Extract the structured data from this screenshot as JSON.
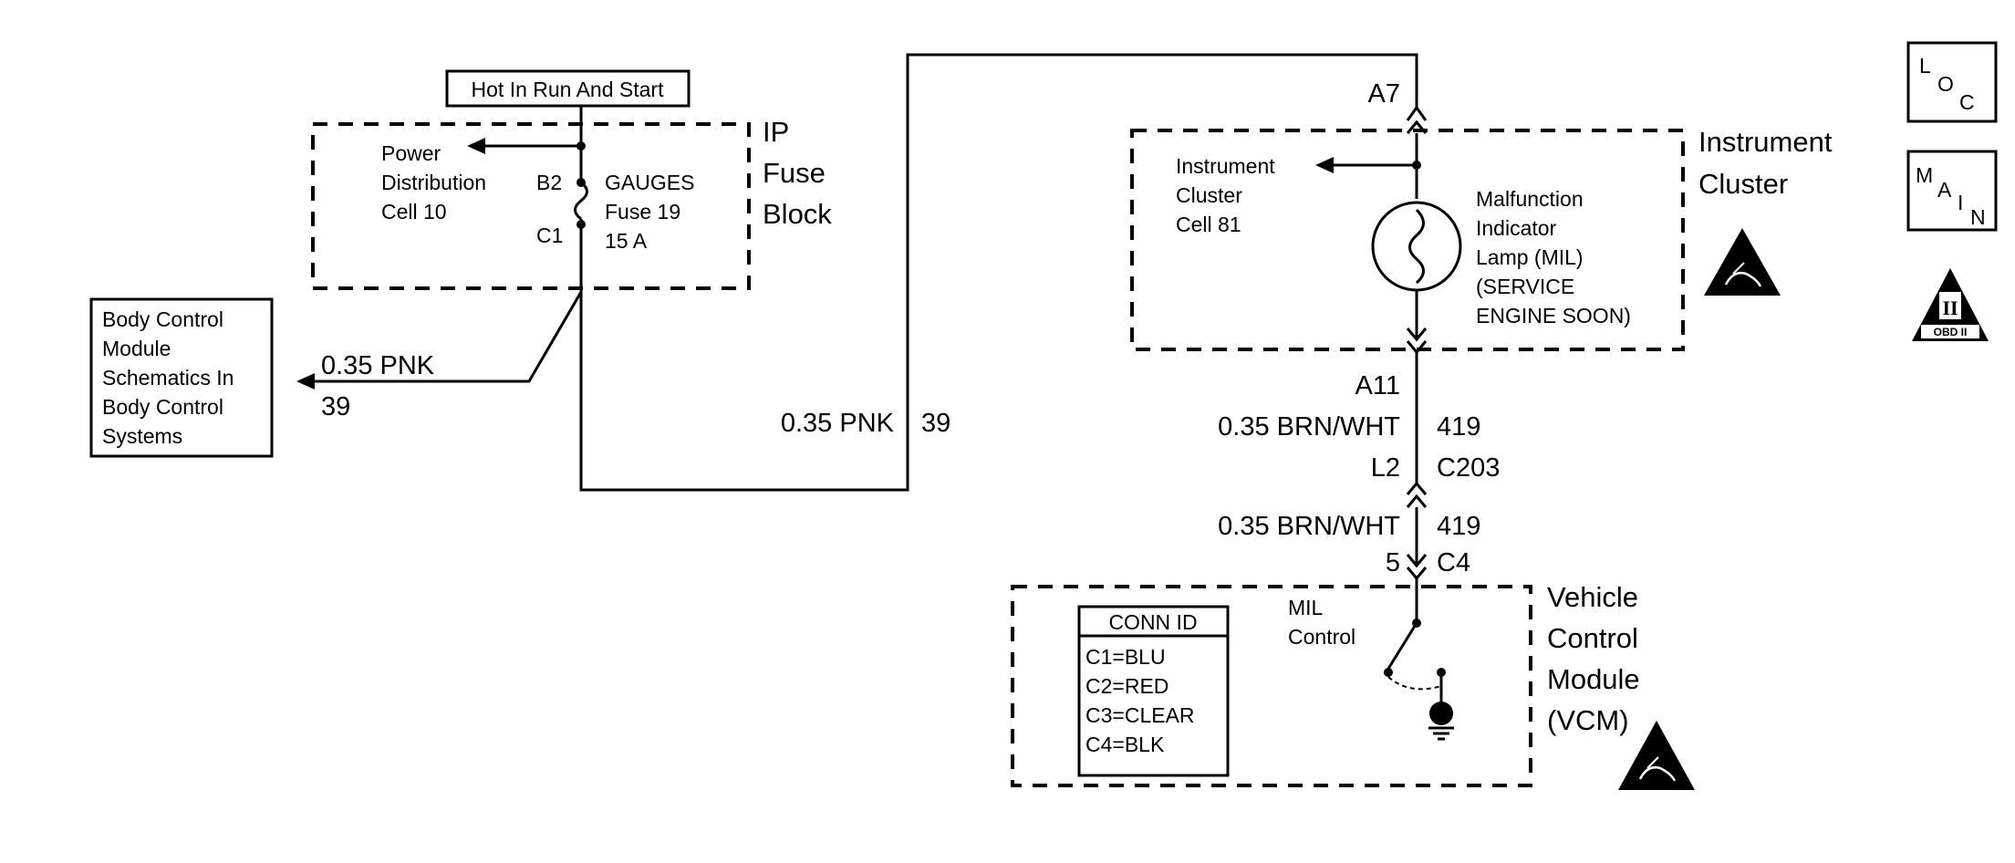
{
  "hot_label": "Hot In Run And Start",
  "fuse_block": {
    "title_lines": [
      "IP",
      "Fuse",
      "Block"
    ],
    "power_lines": [
      "Power",
      "Distribution",
      "Cell 10"
    ],
    "fuse_lines": [
      "GAUGES",
      "Fuse 19",
      "15 A"
    ],
    "pin_top": "B2",
    "pin_bottom": "C1"
  },
  "bcm": {
    "lines": [
      "Body Control",
      "Module",
      "Schematics In",
      "Body Control",
      "Systems"
    ],
    "wire_label": "0.35 PNK",
    "wire_circuit": "39"
  },
  "long_wire": {
    "label": "0.35 PNK",
    "circuit": "39"
  },
  "cluster": {
    "title_lines": [
      "Instrument",
      "Cluster"
    ],
    "cell_lines": [
      "Instrument",
      "Cluster",
      "Cell 81"
    ],
    "lamp_lines": [
      "Malfunction",
      "Indicator",
      "Lamp (MIL)",
      "(SERVICE",
      "ENGINE SOON)"
    ],
    "pin_top": "A7",
    "pin_bottom": "A11"
  },
  "wire_419_upper": {
    "label": "0.35 BRN/WHT",
    "circuit": "419"
  },
  "connector_c203": {
    "pin": "L2",
    "name": "C203"
  },
  "wire_419_lower": {
    "label": "0.35 BRN/WHT",
    "circuit": "419"
  },
  "vcm": {
    "pin": "5",
    "connector": "C4",
    "title_lines": [
      "Vehicle",
      "Control",
      "Module",
      "(VCM)"
    ],
    "mil_lines": [
      "MIL",
      "Control"
    ],
    "conn_id_title": "CONN ID",
    "conn_ids": [
      "C1=BLU",
      "C2=RED",
      "C3=CLEAR",
      "C4=BLK"
    ]
  },
  "side_icons": {
    "loc": [
      "L",
      "O",
      "C"
    ],
    "main": [
      "M",
      "A",
      "I",
      "N"
    ],
    "obd_numeral": "II",
    "obd_text": "OBD II"
  }
}
